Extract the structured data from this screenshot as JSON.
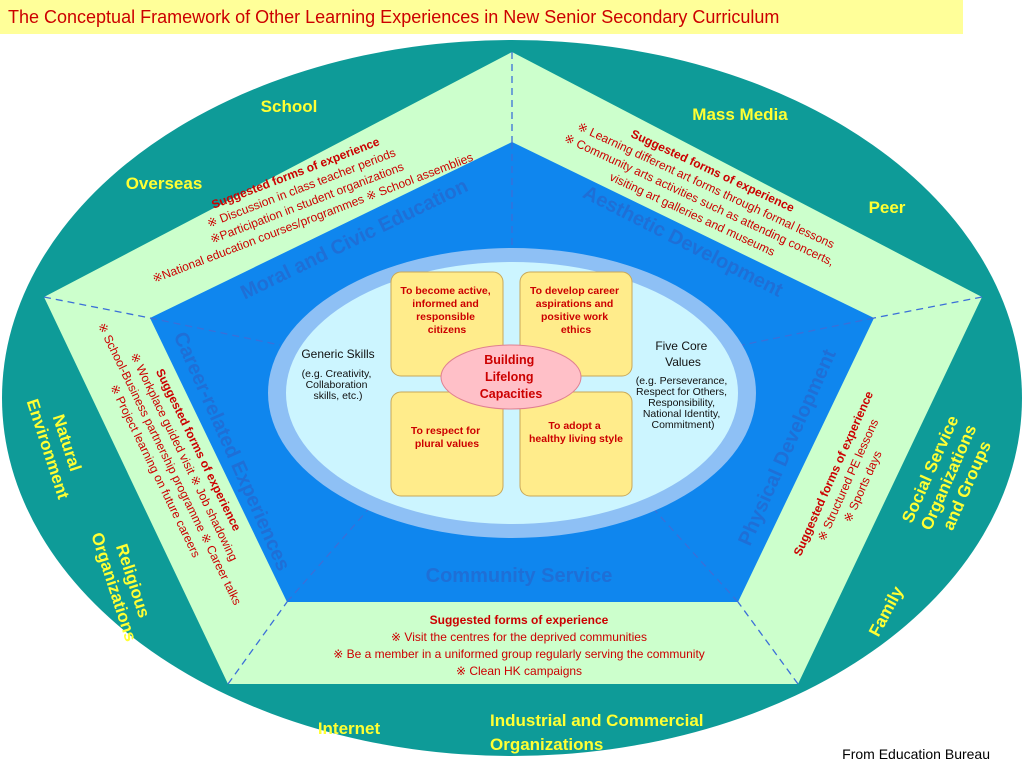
{
  "title": "The Conceptual Framework of Other Learning Experiences in New Senior Secondary Curriculum",
  "source": "From Education Bureau",
  "colors": {
    "outer_ellipse": "#0e9b98",
    "pentagon": "#ccffcc",
    "inner_pentagon": "#0f86ee",
    "oval_ring": "#8ec0f5",
    "oval": "#ccf5ff",
    "core_box": "#ffec8b",
    "center": "#ffc0c8",
    "external_text": "#ffff33",
    "dimension_text": "#1f6fd6",
    "suggested_text": "#cc0000"
  },
  "external": {
    "school": "School",
    "mass_media": "Mass Media",
    "overseas": "Overseas",
    "peer": "Peer",
    "natural_environment_1": "Natural",
    "natural_environment_2": "Environment",
    "religious_1": "Religious",
    "religious_2": "Organizations",
    "social_1": "Social Service",
    "social_2": "Organizations",
    "social_3": "and Groups",
    "family": "Family",
    "internet": "Internet",
    "industrial_1": "Industrial and Commercial",
    "industrial_2": "Organizations"
  },
  "dimensions": {
    "moral": "Moral and Civic Education",
    "aesthetic": "Aesthetic Development",
    "career": "Career-related Experiences",
    "physical": "Physical Development",
    "community": "Community Service"
  },
  "suggested": {
    "heading": "Suggested forms of experience",
    "moral": [
      "※ Discussion in class teacher periods",
      "※Participation in student organizations",
      "※National education courses/programmes   ※ School assemblies"
    ],
    "aesthetic": [
      "※ Learning different art forms through formal lessons",
      "※ Community arts activities such as attending concerts,",
      "visiting art galleries and museums"
    ],
    "career": [
      "※ Workplace guided visit    ※ Job shadowing",
      "※ School-Business partnership programme   ※ Career talks",
      "※ Project learning on future careers"
    ],
    "physical": [
      "※ Structured PE lessons",
      "※ Sports days"
    ],
    "community": [
      "※ Visit the centres for the deprived communities",
      "※ Be a member in a uniformed group regularly serving the community",
      "※ Clean HK campaigns"
    ]
  },
  "core": {
    "center": [
      "Building",
      "Lifelong",
      "Capacities"
    ],
    "box_tl": [
      "To become active,",
      "informed and",
      "responsible",
      "citizens"
    ],
    "box_tr": [
      "To develop career",
      "aspirations and",
      "positive work",
      "ethics"
    ],
    "box_bl": [
      "To respect for",
      "plural values"
    ],
    "box_br": [
      "To adopt a",
      "healthy living style"
    ],
    "generic_title": "Generic Skills",
    "generic_detail": [
      "(e.g. Creativity,",
      "Collaboration",
      "skills, etc.)"
    ],
    "values_title": [
      "Five Core",
      "Values"
    ],
    "values_detail": [
      "(e.g. Perseverance,",
      "Respect for Others,",
      "Responsibility,",
      "National Identity,",
      "Commitment)"
    ]
  }
}
